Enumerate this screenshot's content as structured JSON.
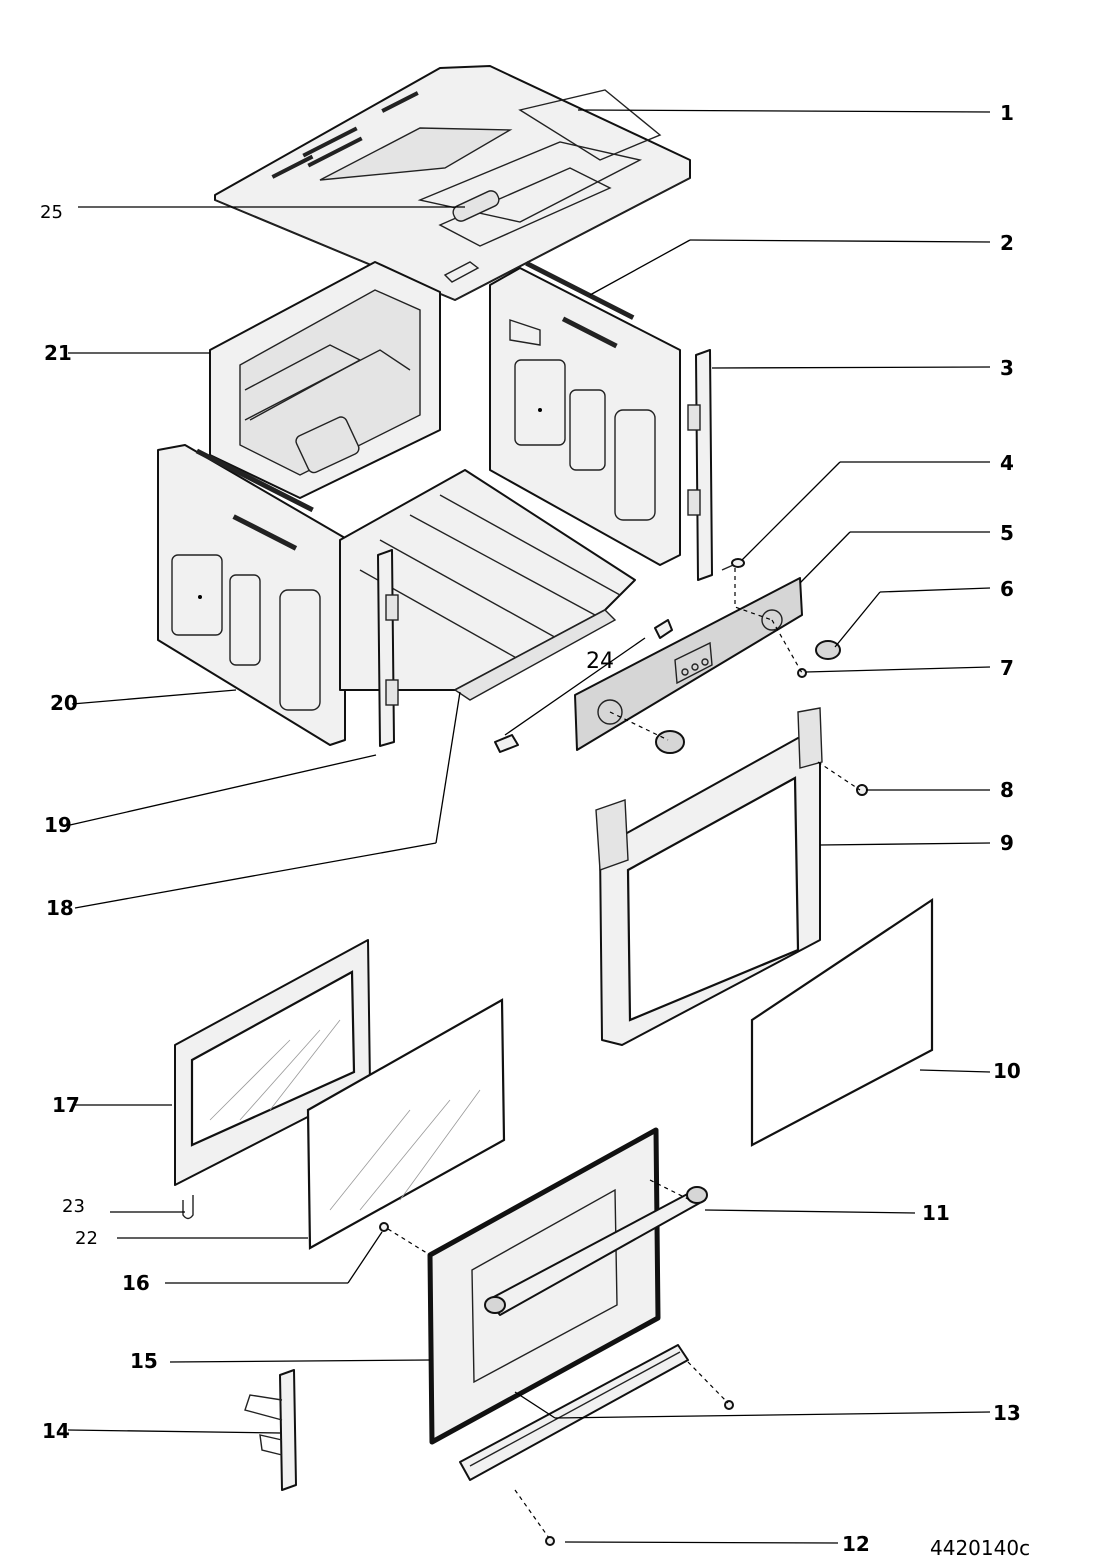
{
  "labels": {
    "n1": "1",
    "n2": "2",
    "n3": "3",
    "n4": "4",
    "n5": "5",
    "n6": "6",
    "n7": "7",
    "n8": "8",
    "n9": "9",
    "n10": "10",
    "n11": "11",
    "n12": "12",
    "n13": "13",
    "n14": "14",
    "n15": "15",
    "n16": "16",
    "n17": "17",
    "n18": "18",
    "n19": "19",
    "n20": "20",
    "n21": "21",
    "n22": "22",
    "n23": "23",
    "n24": "24",
    "n25": "25"
  },
  "drawing_code": "4420140c"
}
